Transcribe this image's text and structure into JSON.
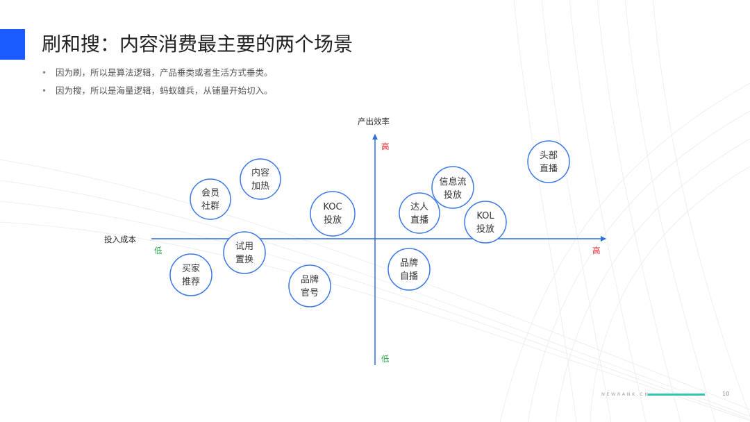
{
  "title": "刷和搜：内容消费最主要的两个场景",
  "bullets": [
    "因为刷，所以是算法逻辑，产品垂类或者生活方式垂类。",
    "因为搜，所以是海量逻辑，蚂蚁雄兵，从铺量开始切入。"
  ],
  "axes": {
    "x_title": "投入成本",
    "y_title": "产出效率",
    "x_low": "低",
    "x_high": "高",
    "y_high": "高",
    "y_low": "低"
  },
  "nodes": [
    {
      "id": "hygx",
      "lines": [
        "会员",
        "社群"
      ]
    },
    {
      "id": "nrjr",
      "lines": [
        "内容",
        "加热"
      ]
    },
    {
      "id": "koc",
      "lines": [
        "KOC",
        "投放"
      ]
    },
    {
      "id": "xxl",
      "lines": [
        "信息流",
        "投放"
      ]
    },
    {
      "id": "drzb",
      "lines": [
        "达人",
        "直播"
      ]
    },
    {
      "id": "tbzb",
      "lines": [
        "头部",
        "直播"
      ]
    },
    {
      "id": "kol",
      "lines": [
        "KOL",
        "投放"
      ]
    },
    {
      "id": "syzh",
      "lines": [
        "试用",
        "置换"
      ]
    },
    {
      "id": "mjtj",
      "lines": [
        "买家",
        "推荐"
      ]
    },
    {
      "id": "ppzb",
      "lines": [
        "品牌",
        "自播"
      ]
    },
    {
      "id": "ppgh",
      "lines": [
        "品牌",
        "官号"
      ]
    }
  ],
  "footer": {
    "brand": "NEWRANK.CN",
    "page": "10"
  },
  "colors": {
    "accent": "#1a5cff",
    "axis": "#2f6fe0",
    "circle_stroke": "#3b78e7",
    "high": "#e8262a",
    "low": "#2aa84a",
    "footer_line": "#30c6b4"
  }
}
